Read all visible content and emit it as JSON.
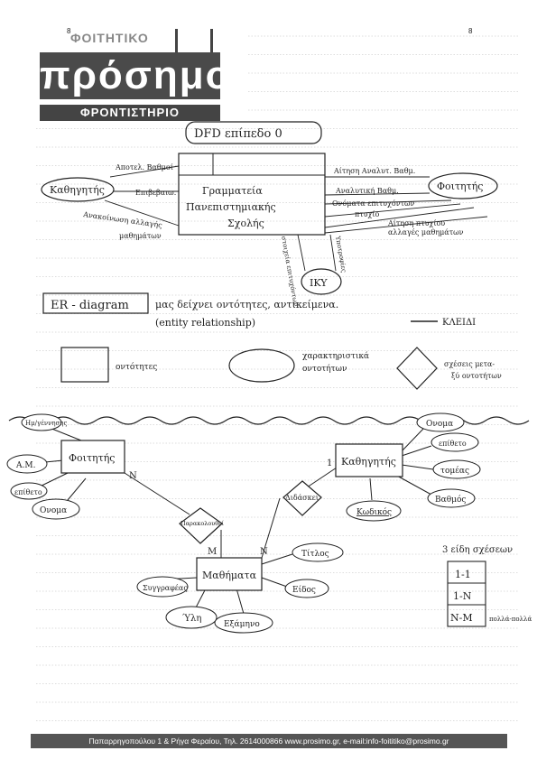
{
  "page_numbers": {
    "left": "8",
    "right": "8"
  },
  "logo": {
    "top": "ΦΟΙΤΗΤΙΚΟ",
    "main": "πρόσημο",
    "sub": "ΦΡΟΝΤΙΣΤΗΡΙΟ"
  },
  "footer": "Παπαρρηγοπούλου 1 & Ρήγα Φεραίου, Τηλ. 2614000866 www.prosimo.gr, e-mail:info-foititiko@prosimo.gr",
  "dfd": {
    "title": "DFD επίπεδο 0",
    "process": [
      "Γραμματεία",
      "Πανεπιστημιακής",
      "Σχολής"
    ],
    "entities": {
      "left": "Καθηγητής",
      "right": "Φοιτητής",
      "bottom": "IKY"
    },
    "flows": {
      "left_in": "Αποτελ. Βαθμοί",
      "left_out": "Επιβεβαιω.",
      "left_notice": "Ανακοίνωση αλλαγής",
      "left_notice2": "μαθημάτων",
      "right_in": "Αίτηση Αναλυτ. Βαθμ.",
      "right_out1": "Αναλυτική Βαθμ.",
      "right_out2": "Ονόματα επιτυχόντων",
      "right_out3": "πτυχίο",
      "right_in2": "Αίτηση πτυχίου",
      "right_out4": "αλλαγές μαθημάτων",
      "bottom_out": "στοιχεία επιτυχόντων",
      "bottom_in": "Υποτροφίες"
    }
  },
  "er_intro": {
    "label": "ER - diagram",
    "text": "μας δείχνει οντότητες, αντικείμενα.",
    "paren": "(entity relationship)",
    "key_label": "ΚΛΕΙΔΙ",
    "legend_entity": "οντότητες",
    "legend_attr": "χαρακτηριστικά",
    "legend_attr2": "οντοτήτων",
    "legend_rel": "σχέσεις μετα-",
    "legend_rel2": "ξύ οντοτήτων"
  },
  "er": {
    "entities": {
      "student": "Φοιτητής",
      "professor": "Καθηγητής",
      "course": "Μαθήματα"
    },
    "student_attrs": [
      "Ημ/γέννησης",
      "Α.Μ.",
      "επίθετο",
      "Ονομα"
    ],
    "professor_attrs": [
      "Ονομα",
      "επίθετο",
      "τομέας",
      "Βαθμός",
      "Κωδικός"
    ],
    "course_attrs": [
      "Τίτλος",
      "Είδος",
      "Εξάμηνο",
      "Ύλη",
      "Συγγραφέας"
    ],
    "relations": {
      "attends": "Παρακολουθεί",
      "teaches": "Διδάσκει"
    },
    "cardinalities": {
      "student_n": "N",
      "course_m": "M",
      "course_n": "N",
      "prof_1": "1"
    }
  },
  "relationship_types": {
    "title": "3 είδη σχέσεων",
    "items": [
      "1-1",
      "1-N",
      "N-M"
    ],
    "note": "πολλά-πολλά"
  }
}
